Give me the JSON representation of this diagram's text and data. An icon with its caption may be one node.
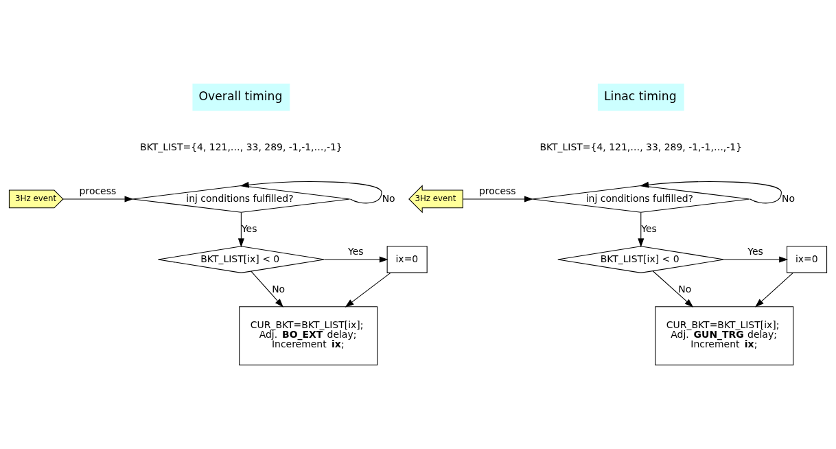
{
  "diagram": {
    "nodes": [
      {
        "text": [
          "Overall timing"
        ]
      },
      {
        "text": [
          "3Hz event"
        ]
      },
      {
        "text": [
          "inj conditions fulfilled?"
        ]
      },
      {
        "text": [
          "BKT_LIST[ix] < 0"
        ]
      },
      {
        "text": [
          "ix=0"
        ]
      },
      {
        "text": [
          "CUR_BKT=BKT_LIST[ix]; Adj. **BO_EXT** delay; Incerement **ix**;"
        ]
      },
      {
        "text": [
          "Linac timing"
        ]
      },
      {
        "text": [
          "3Hz event"
        ]
      },
      {
        "text": [
          "inj conditions fulfilled?"
        ]
      },
      {
        "text": [
          "BKT_LIST[ix] < 0"
        ]
      },
      {
        "text": [
          "ix=0"
        ]
      },
      {
        "text": [
          "CUR_BKT=BKT_LIST[ix]; Adj. **GUN_TRG** delay; Increment **ix**;"
        ]
      }
    ],
    "edges": [
      {
        "from": 1,
        "to": 2,
        "arrow": "to",
        "label": "process"
      },
      {
        "from": 2,
        "to": 2,
        "arrow": "to",
        "label": "No"
      },
      {
        "from": 2,
        "to": 3,
        "arrow": "to",
        "label": "Yes"
      },
      {
        "from": 3,
        "to": 4,
        "arrow": "to",
        "label": "Yes"
      },
      {
        "from": 3,
        "to": 5,
        "arrow": "to",
        "label": "No"
      },
      {
        "from": 4,
        "to": 5,
        "arrow": "to"
      },
      {
        "from": 7,
        "to": 8,
        "arrow": "to",
        "label": "process"
      },
      {
        "from": 8,
        "to": 8,
        "arrow": "to",
        "label": "No"
      },
      {
        "from": 8,
        "to": 9,
        "arrow": "to",
        "label": "Yes"
      },
      {
        "from": 9,
        "to": 10,
        "arrow": "to",
        "label": "Yes"
      },
      {
        "from": 9,
        "to": 11,
        "arrow": "to",
        "label": "No"
      },
      {
        "from": 10,
        "to": 11,
        "arrow": "to"
      }
    ],
    "labels": [
      "BKT_LIST={4, 121,…, 33, 289, -1,-1,…,-1}",
      "BKT_LIST={4, 121,…, 33, 289, -1,-1,…,-1}"
    ]
  }
}
